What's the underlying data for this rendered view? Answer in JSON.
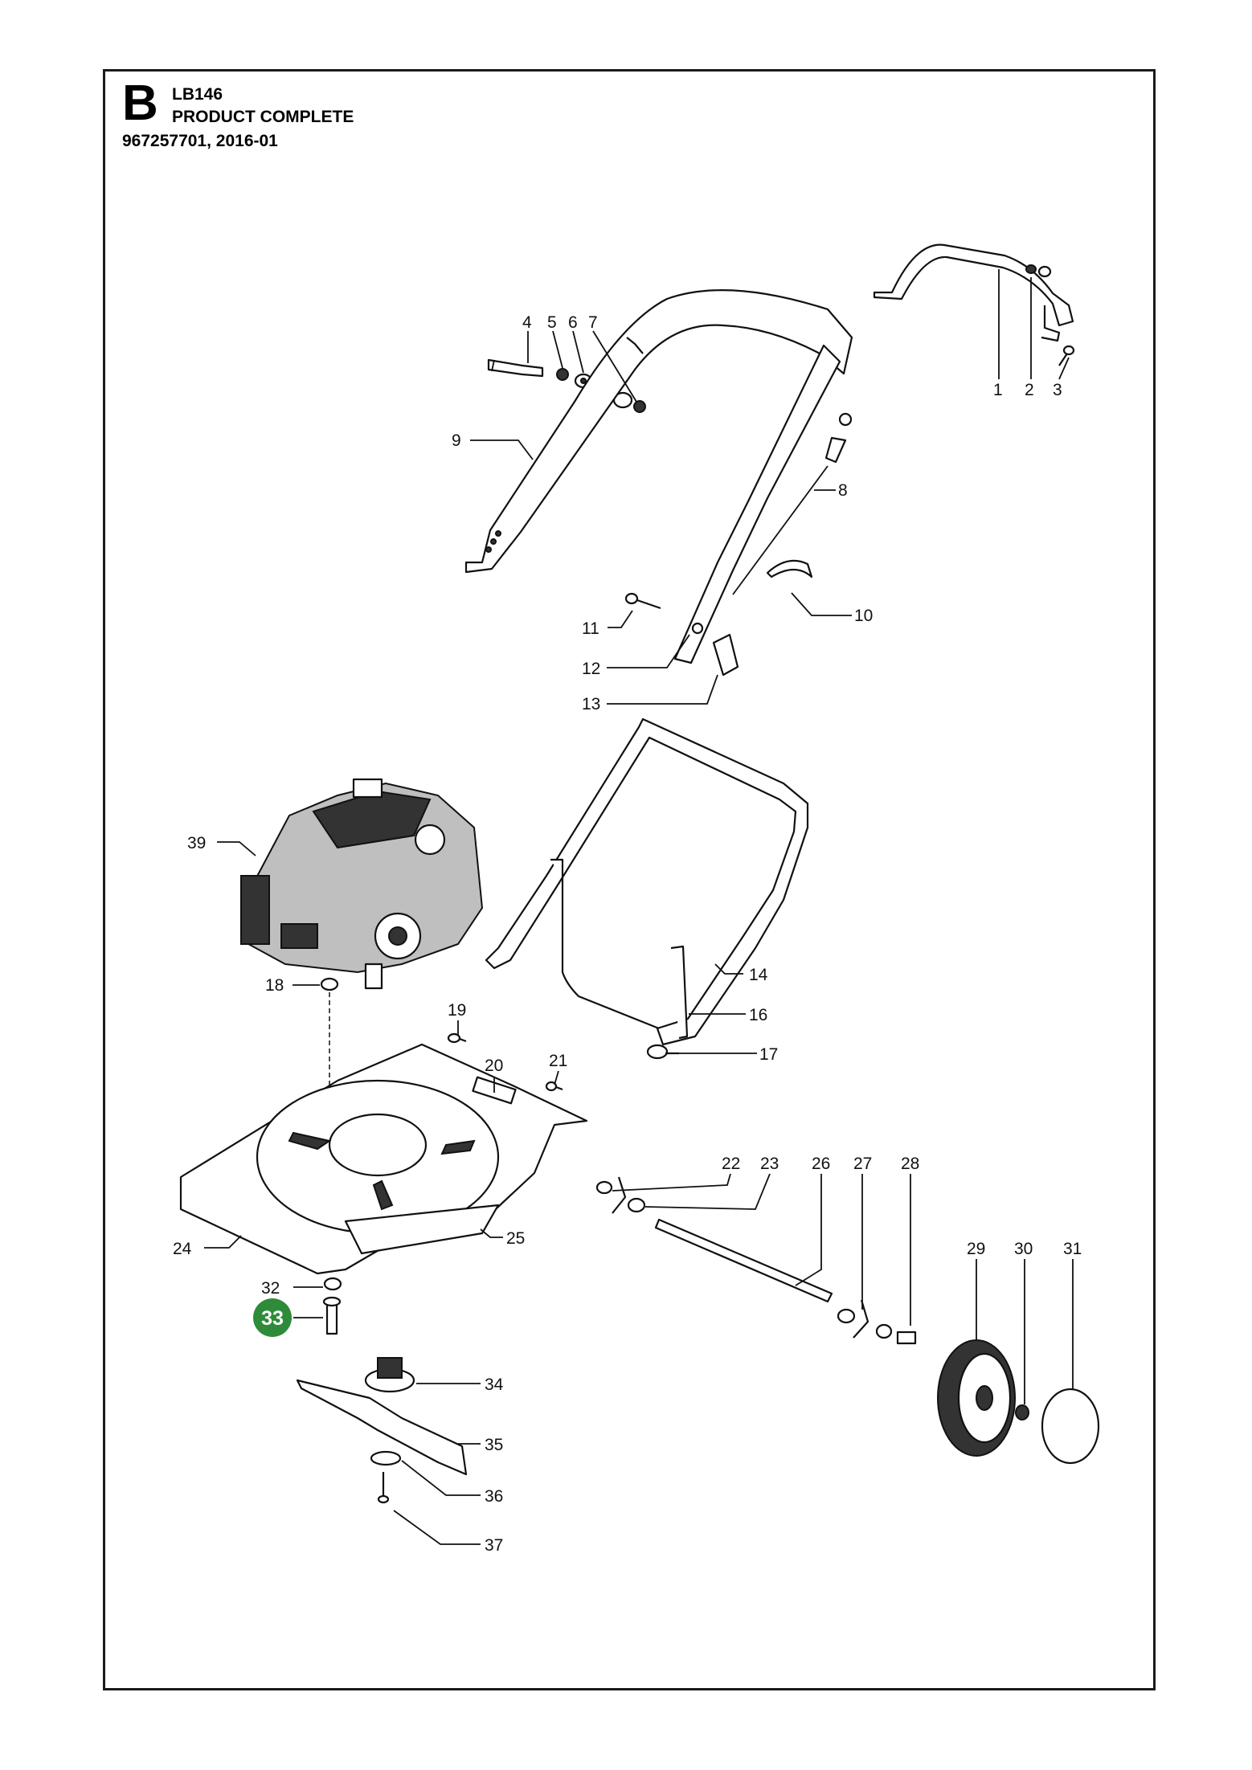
{
  "header": {
    "section_letter": "B",
    "model": "LB146",
    "title": "PRODUCT COMPLETE",
    "part_number_date": "967257701, 2016-01"
  },
  "callouts": {
    "c1": "1",
    "c2": "2",
    "c3": "3",
    "c4": "4",
    "c5": "5",
    "c6": "6",
    "c7": "7",
    "c8": "8",
    "c9": "9",
    "c10": "10",
    "c11": "11",
    "c12": "12",
    "c13": "13",
    "c14": "14",
    "c16": "16",
    "c17": "17",
    "c18": "18",
    "c19": "19",
    "c20": "20",
    "c21": "21",
    "c22": "22",
    "c23": "23",
    "c24": "24",
    "c25": "25",
    "c26": "26",
    "c27": "27",
    "c28": "28",
    "c29": "29",
    "c30": "30",
    "c31": "31",
    "c32": "32",
    "c33": "33",
    "c34": "34",
    "c35": "35",
    "c36": "36",
    "c37": "37",
    "c39": "39"
  },
  "highlighted_callout": "33",
  "colors": {
    "highlight": "#2e8b3a",
    "line": "#111111"
  }
}
